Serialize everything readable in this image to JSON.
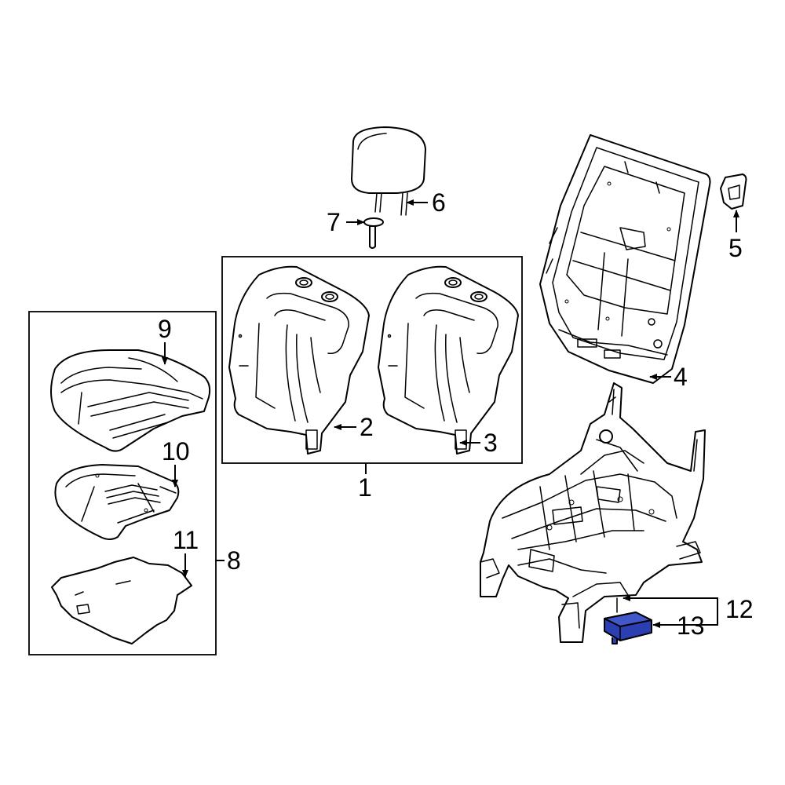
{
  "callouts": {
    "c1": "1",
    "c2": "2",
    "c3": "3",
    "c4": "4",
    "c5": "5",
    "c6": "6",
    "c7": "7",
    "c8": "8",
    "c9": "9",
    "c10": "10",
    "c11": "11",
    "c12": "12",
    "c13": "13"
  },
  "colors": {
    "highlighted_part": "#2b3fb3",
    "line": "#000000",
    "background": "#ffffff"
  }
}
